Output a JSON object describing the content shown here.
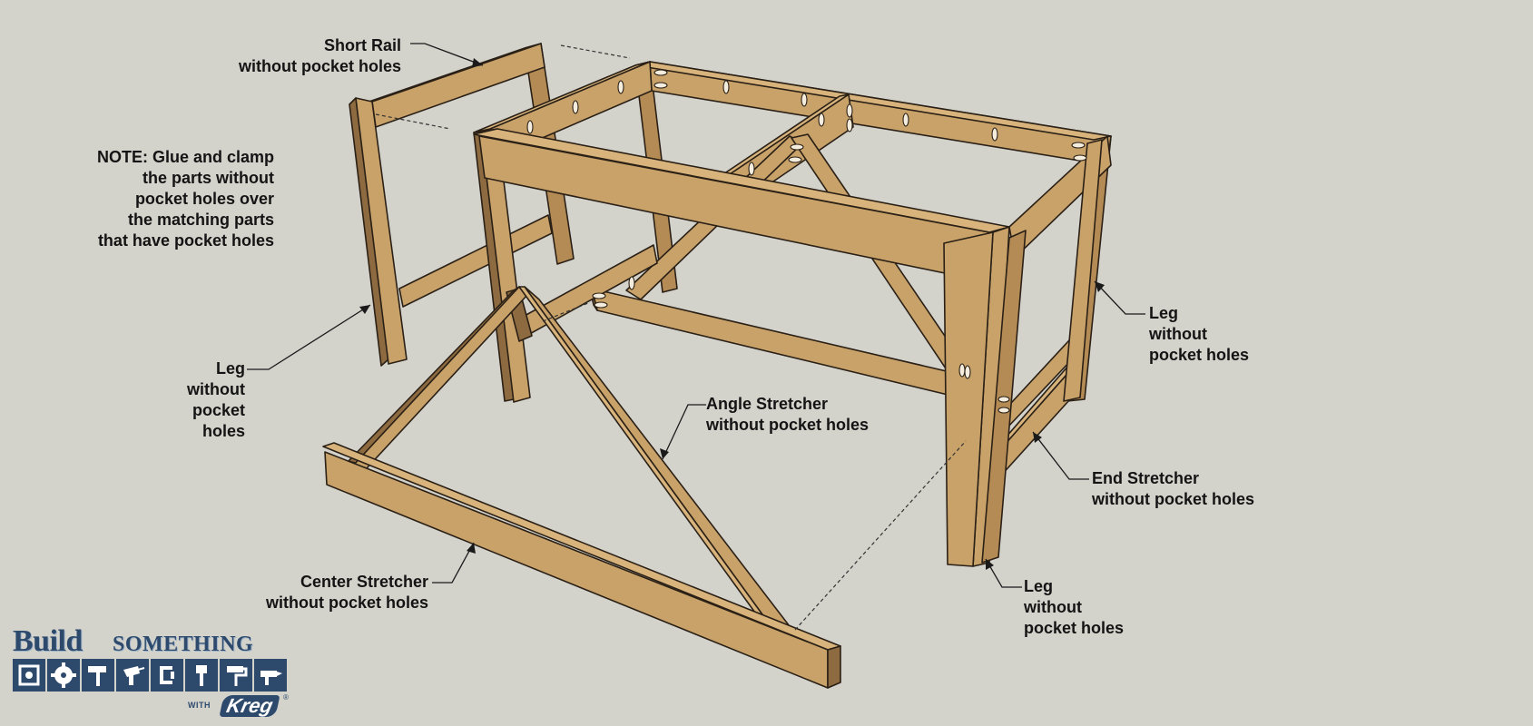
{
  "labels": {
    "short_rail": [
      "Short Rail",
      "without pocket holes"
    ],
    "note": [
      "NOTE: Glue and clamp",
      "the parts without",
      "pocket holes over",
      "the matching parts",
      "that have pocket holes"
    ],
    "leg_left": [
      "Leg",
      "without",
      "pocket",
      "holes"
    ],
    "angle_stretcher": [
      "Angle Stretcher",
      "without pocket holes"
    ],
    "center_stretcher": [
      "Center Stretcher",
      "without pocket holes"
    ],
    "leg_right_top": [
      "Leg",
      "without",
      "pocket holes"
    ],
    "end_stretcher": [
      "End Stretcher",
      "without pocket holes"
    ],
    "leg_right_bottom": [
      "Leg",
      "without",
      "pocket holes"
    ]
  },
  "logo": {
    "build": "Build",
    "something": "SOMETHING",
    "with": "WITH",
    "kreg": "Kreg",
    "registered": "®"
  },
  "colors": {
    "background": "#d3d2cb",
    "wood_face": "#c9a26a",
    "wood_light": "#d8b47c",
    "wood_dark": "#8d6a3f",
    "outline": "#2a2016",
    "logo_blue": "#2d4a6d",
    "text": "#141414"
  }
}
